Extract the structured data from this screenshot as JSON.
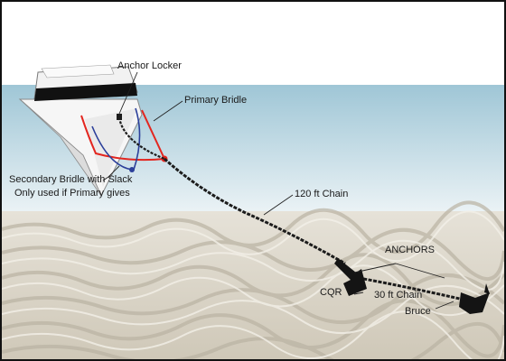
{
  "labels": {
    "anchor_locker": "Anchor Locker",
    "primary_bridle": "Primary Bridle",
    "secondary_bridle_line1": "Secondary Bridle with Slack",
    "secondary_bridle_line2": "Only used if Primary gives",
    "chain_120": "120 ft Chain",
    "anchors": "ANCHORS",
    "cqr": "CQR",
    "chain_30": "30 ft Chain",
    "bruce": "Bruce"
  },
  "colors": {
    "sky": "#ffffff",
    "water_top": "#9fc6d6",
    "water_bottom": "#e8f1f4",
    "sand": "#d8d3c6",
    "sand_ripple": "#b9b2a2",
    "primary_bridle": "#e3261f",
    "secondary_bridle": "#2b3f9a",
    "chain": "#1c1c1c",
    "hull": "#f4f4f4",
    "hull_stripe": "#111111"
  }
}
